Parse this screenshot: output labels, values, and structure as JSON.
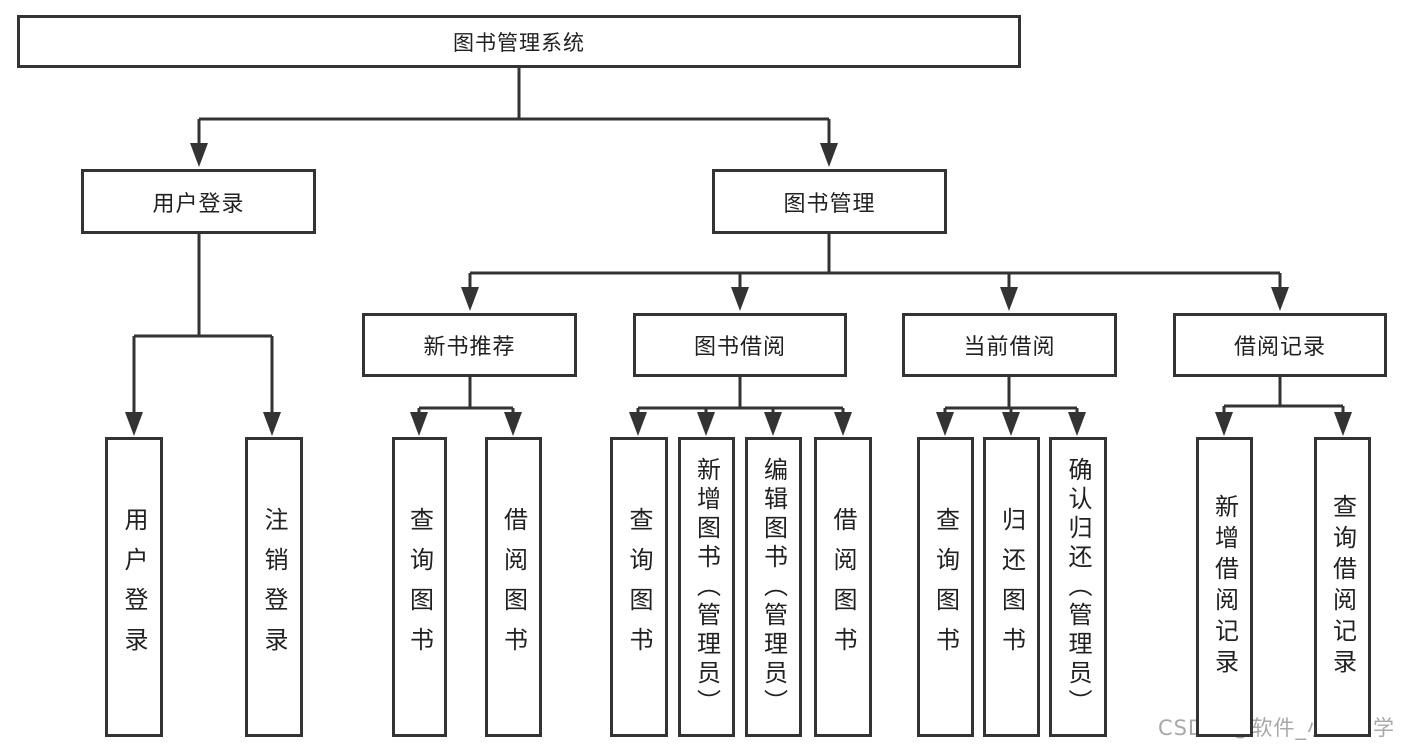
{
  "diagram": {
    "type": "tree",
    "root": {
      "label": "图书管理系统"
    },
    "level2": [
      {
        "label": "用户登录",
        "children": [
          "用户登录",
          "注销登录"
        ]
      },
      {
        "label": "图书管理"
      }
    ],
    "level3": [
      {
        "label": "新书推荐",
        "children": [
          "查询图书",
          "借阅图书"
        ]
      },
      {
        "label": "图书借阅",
        "children": [
          "查询图书",
          "新增图书（管理员）",
          "编辑图书（管理员）",
          "借阅图书"
        ]
      },
      {
        "label": "当前借阅",
        "children": [
          "查询图书",
          "归还图书",
          "确认归还（管理员）"
        ]
      },
      {
        "label": "借阅记录",
        "children": [
          "新增借阅记录",
          "查询借阅记录"
        ]
      }
    ]
  },
  "watermark": {
    "text": "CSDN @软件_小贺同学",
    "color": "#a8a8a8"
  },
  "colors": {
    "background": "#ffffff",
    "line": "#333333",
    "box_border": "#333333",
    "text": "#212121"
  }
}
